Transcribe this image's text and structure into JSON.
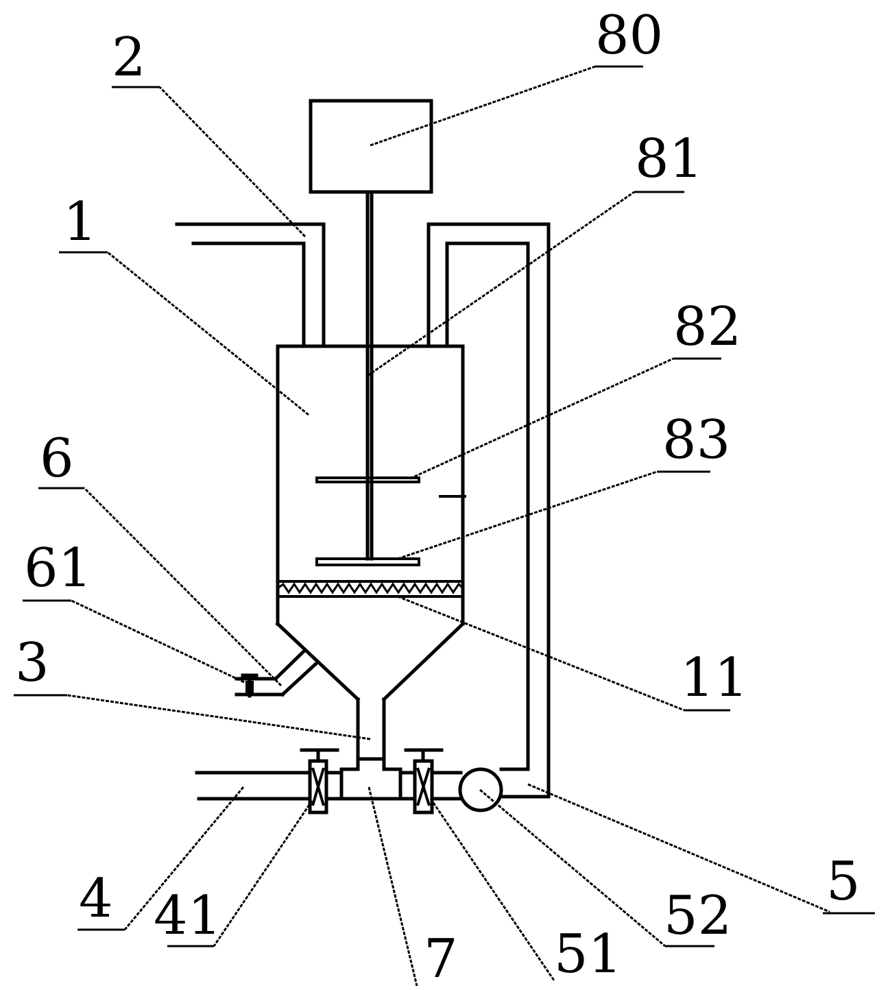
{
  "labels": {
    "l80": "80",
    "l2": "2",
    "l81": "81",
    "l1": "1",
    "l82": "82",
    "l83": "83",
    "l6": "6",
    "l61": "61",
    "l3": "3",
    "l11": "11",
    "l4": "4",
    "l41": "41",
    "l7": "7",
    "l51": "51",
    "l52": "52",
    "l5": "5"
  },
  "colors": {
    "line": "#000000",
    "background": "#ffffff"
  }
}
